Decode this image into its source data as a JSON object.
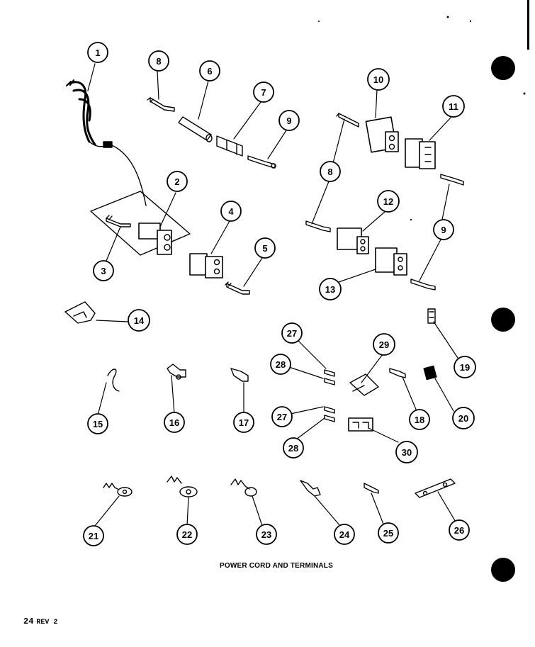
{
  "diagram": {
    "caption": "POWER CORD AND TERMINALS",
    "page_number": "24",
    "revision": "REV 2",
    "callouts": [
      "1",
      "2",
      "3",
      "4",
      "5",
      "6",
      "7",
      "8",
      "9",
      "10",
      "11",
      "12",
      "13",
      "14",
      "15",
      "16",
      "17",
      "18",
      "19",
      "20",
      "21",
      "22",
      "23",
      "24",
      "25",
      "26",
      "27",
      "28",
      "29",
      "30",
      "8",
      "9",
      "27",
      "28"
    ]
  }
}
